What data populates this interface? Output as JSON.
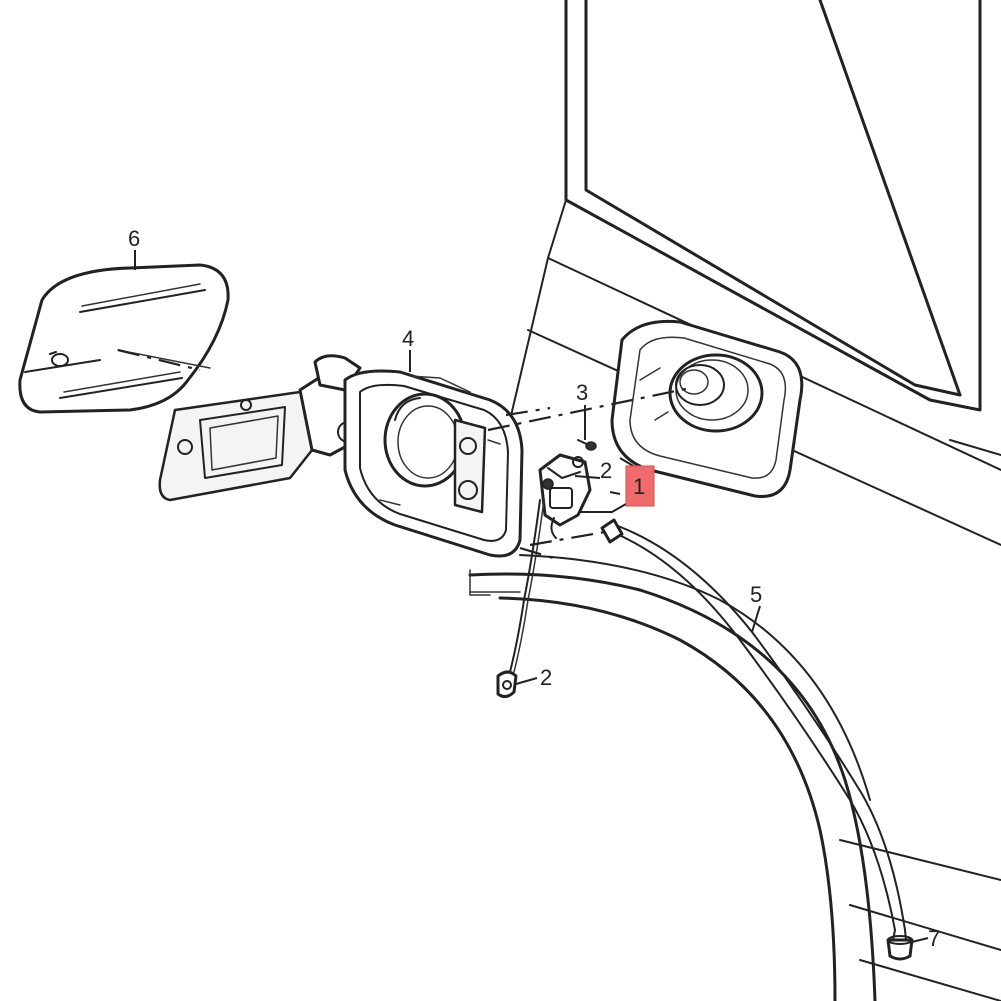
{
  "callouts": {
    "c1": "1",
    "c2_upper": "2",
    "c2_lower": "2",
    "c3": "3",
    "c4": "4",
    "c5": "5",
    "c6": "6",
    "c7": "7"
  },
  "colors": {
    "line": "#222222",
    "highlight": "#f06b6b",
    "background": "#ffffff"
  }
}
